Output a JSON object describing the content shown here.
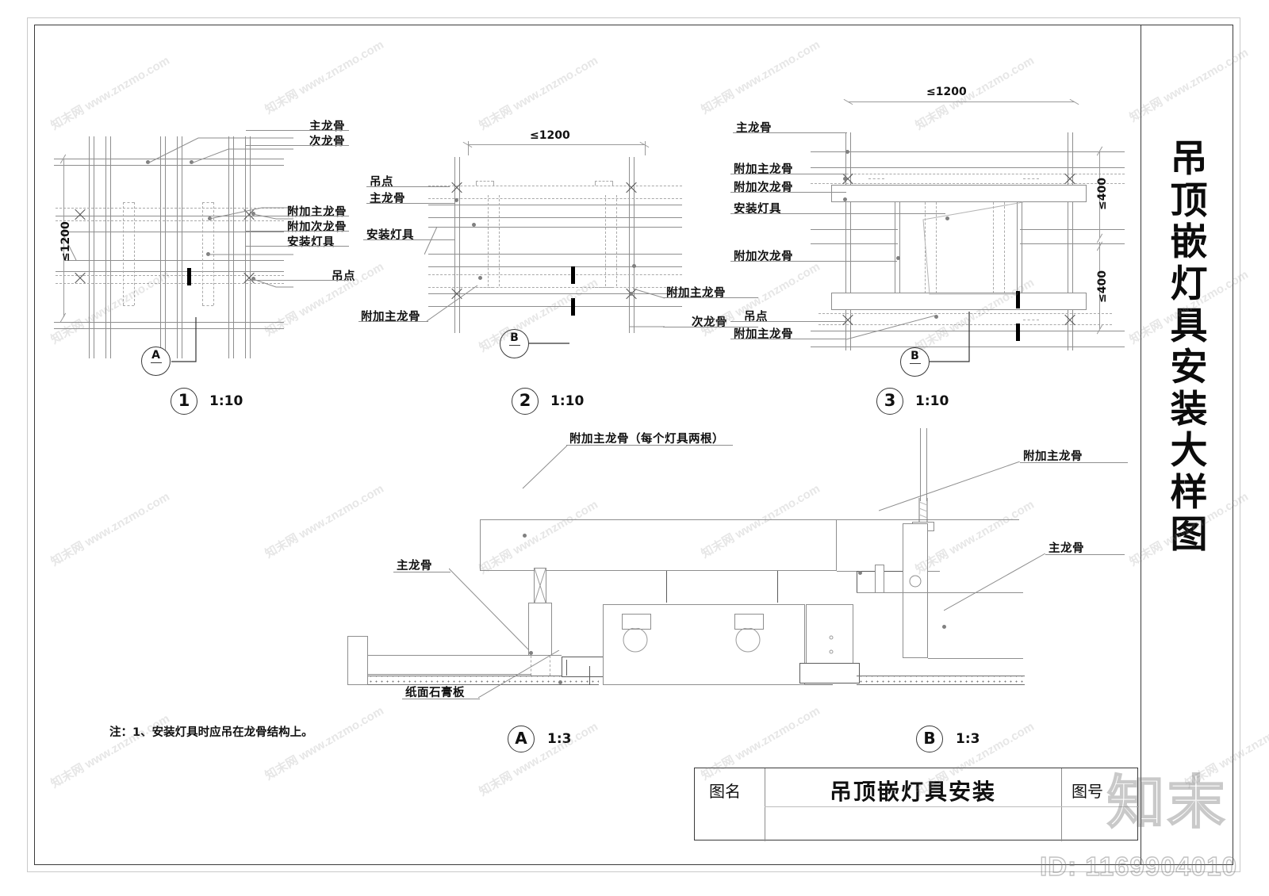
{
  "sheet": {
    "vertical_title_chars": [
      "吊",
      "顶",
      "嵌",
      "灯",
      "具",
      "安",
      "装",
      "大",
      "样",
      "图"
    ],
    "note": "注：1、安装灯具时应吊在龙骨结构上。"
  },
  "title_block": {
    "name_label": "图名",
    "title_value": "吊顶嵌灯具安装",
    "number_label": "图号"
  },
  "watermarks": {
    "logo": "知末",
    "id": "ID: 1169904010",
    "tile": "知末网 www.znzmo.com"
  },
  "details": [
    {
      "id": "detail-1",
      "number": "1",
      "scale": "1:10",
      "dimension_vertical": "≤1200",
      "section_marker": {
        "letter": "A"
      },
      "labels": [
        "主龙骨",
        "次龙骨",
        "附加主龙骨",
        "附加次龙骨",
        "安装灯具",
        "吊点"
      ]
    },
    {
      "id": "detail-2",
      "number": "2",
      "scale": "1:10",
      "dimension_horizontal": "≤1200",
      "section_marker": {
        "letter": "B"
      },
      "labels": [
        "吊点",
        "主龙骨",
        "安装灯具",
        "附加主龙骨",
        "附加主龙骨",
        "次龙骨"
      ]
    },
    {
      "id": "detail-3",
      "number": "3",
      "scale": "1:10",
      "dimension_horizontal": "≤1200",
      "dimension_vertical_upper": "≤400",
      "dimension_vertical_lower": "≤400",
      "section_marker": {
        "letter": "B"
      },
      "labels": [
        "主龙骨",
        "附加主龙骨",
        "附加次龙骨",
        "安装灯具",
        "附加次龙骨",
        "吊点",
        "附加主龙骨"
      ]
    },
    {
      "id": "detail-A",
      "number": "A",
      "scale": "1:3",
      "labels": [
        "附加主龙骨（每个灯具两根）",
        "主龙骨",
        "纸面石膏板"
      ]
    },
    {
      "id": "detail-B",
      "number": "B",
      "scale": "1:3",
      "labels": [
        "附加主龙骨",
        "主龙骨"
      ]
    }
  ],
  "labels": {
    "d1_main_runner": "主龙骨",
    "d1_sub_runner": "次龙骨",
    "d1_add_main": "附加主龙骨",
    "d1_add_sub": "附加次龙骨",
    "d1_fixture": "安装灯具",
    "d1_hanger": "吊点",
    "d1_dim": "≤1200",
    "d1_scale": "1:10",
    "d1_num": "1",
    "d1_sec": "A",
    "d2_hanger": "吊点",
    "d2_main_runner": "主龙骨",
    "d2_fixture": "安装灯具",
    "d2_add_main_left": "附加主龙骨",
    "d2_add_main_right": "附加主龙骨",
    "d2_sub_runner": "次龙骨",
    "d2_dim": "≤1200",
    "d2_scale": "1:10",
    "d2_num": "2",
    "d2_sec": "B",
    "d3_main_runner": "主龙骨",
    "d3_add_main_top": "附加主龙骨",
    "d3_add_sub_top": "附加次龙骨",
    "d3_fixture": "安装灯具",
    "d3_add_sub_mid": "附加次龙骨",
    "d3_hanger": "吊点",
    "d3_add_main_bot": "附加主龙骨",
    "d3_dim_h": "≤1200",
    "d3_dim_v1": "≤400",
    "d3_dim_v2": "≤400",
    "d3_scale": "1:10",
    "d3_num": "3",
    "d3_sec": "B",
    "dA_add_main": "附加主龙骨（每个灯具两根）",
    "dA_main_runner": "主龙骨",
    "dA_gypsum": "纸面石膏板",
    "dA_num": "A",
    "dA_scale": "1:3",
    "dB_add_main": "附加主龙骨",
    "dB_main_runner": "主龙骨",
    "dB_num": "B",
    "dB_scale": "1:3"
  }
}
